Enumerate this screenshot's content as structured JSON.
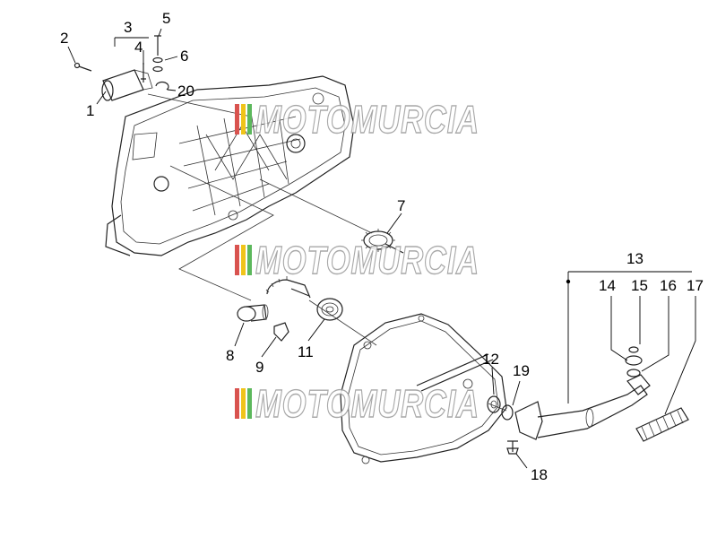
{
  "diagram": {
    "callouts": [
      "1",
      "2",
      "3",
      "4",
      "5",
      "6",
      "7",
      "8",
      "9",
      "11",
      "12",
      "13",
      "14",
      "15",
      "16",
      "17",
      "18",
      "19",
      "20"
    ],
    "watermark": "MOTOMURCIA",
    "colors": {
      "line": "#222222",
      "watermark_stroke": "#9a9a9a",
      "stripe_red": "#d9534f",
      "stripe_yellow": "#f0c419",
      "stripe_green": "#5cb85c"
    }
  }
}
